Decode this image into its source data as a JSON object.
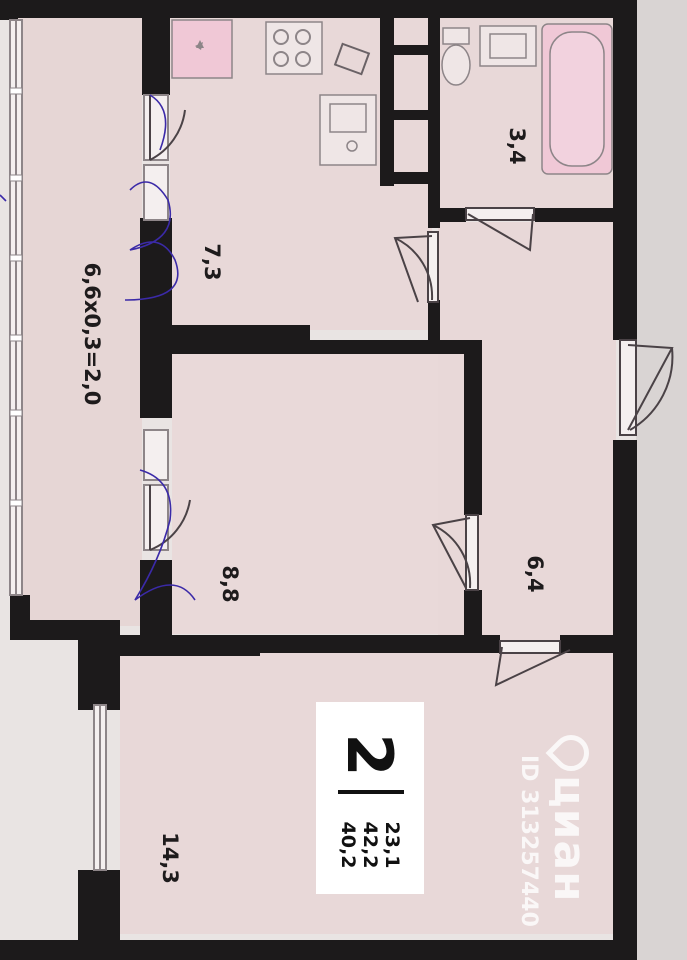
{
  "rooms": {
    "balcony": "6,6x0,3=2,0",
    "kitchen": "7,3",
    "bathroom": "3,4",
    "bedroom": "8,8",
    "hallway": "6,4",
    "living_room": "14,3"
  },
  "summary": {
    "rooms_count": "2",
    "living_area": "23,1",
    "total_area": "42,2",
    "area_without_balcony": "40,2"
  },
  "watermark": {
    "brand": "циан",
    "listing_id": "ID 313257440"
  },
  "colors": {
    "room_fill": "#e8d8d8",
    "wall": "#1c1a1b",
    "bath_fixture": "#f0c8d6",
    "pen_marks": "#3b2aa8",
    "background": "#e9e4e3"
  }
}
